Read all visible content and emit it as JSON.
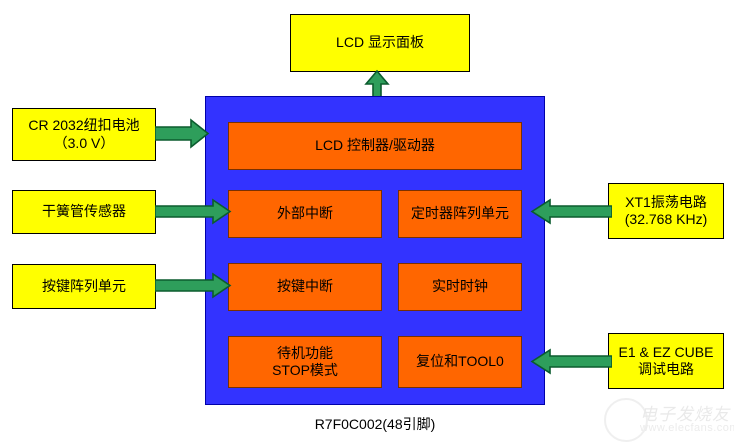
{
  "diagram": {
    "title_caption": "R7F0C002(48引脚)",
    "colors": {
      "mcu_fill": "#3333FF",
      "block_fill": "#FF6600",
      "peripheral_fill": "#FFFF00",
      "arrow_fill": "#2E9E5B",
      "arrow_stroke": "#0B5C2E",
      "text": "#000000"
    },
    "display_panel": {
      "label": "LCD 显示面板"
    },
    "mcu": {
      "name": "R7F0C002",
      "blocks": [
        {
          "id": "lcd-controller-driver",
          "label": "LCD 控制器/驱动器"
        },
        {
          "id": "external-interrupt",
          "label": "外部中断"
        },
        {
          "id": "timer-array-unit",
          "label": "定时器阵列单元"
        },
        {
          "id": "key-interrupt",
          "label": "按键中断"
        },
        {
          "id": "real-time-clock",
          "label": "实时时钟"
        },
        {
          "id": "standby-stop-mode",
          "label": "待机功能\nSTOP模式"
        },
        {
          "id": "reset-and-tool0",
          "label": "复位和TOOL0"
        }
      ]
    },
    "left_peripherals": [
      {
        "id": "coin-cell-battery",
        "label": "CR 2032纽扣电池\n（3.0 V）"
      },
      {
        "id": "reed-switch-sensor",
        "label": "干簧管传感器"
      },
      {
        "id": "key-matrix-unit",
        "label": "按键阵列单元"
      }
    ],
    "right_peripherals": [
      {
        "id": "xt1-oscillator",
        "label": "XT1振荡电路\n(32.768 KHz)"
      },
      {
        "id": "e1-ez-cube-debug",
        "label": "E1 & EZ CUBE\n调试电路"
      }
    ],
    "arrows": [
      {
        "id": "battery-to-mcu",
        "direction": "right"
      },
      {
        "id": "reed-switch-to-external-interrupt",
        "direction": "right"
      },
      {
        "id": "key-matrix-to-key-interrupt",
        "direction": "right"
      },
      {
        "id": "lcd-controller-to-panel",
        "direction": "up"
      },
      {
        "id": "xt1-to-timer-array",
        "direction": "left"
      },
      {
        "id": "debug-to-reset-tool0",
        "direction": "left"
      }
    ],
    "watermark": {
      "brand": "电子发烧友",
      "url": "www.elecfans.com"
    }
  }
}
